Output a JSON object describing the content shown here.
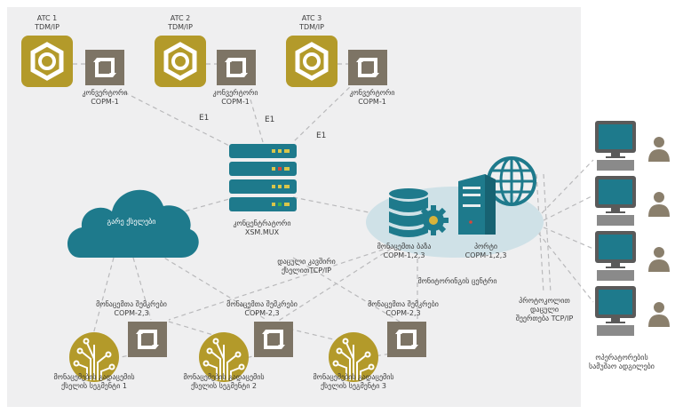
{
  "diagram": {
    "colors": {
      "panel": "#efeff0",
      "gold": "#b39a2a",
      "converter": "#7d7465",
      "teal": "#1e7a8c",
      "ellipse": "#cfe1e7",
      "person": "#8a7f6c",
      "led_yellow": "#d8c54a",
      "led_red": "#d8463a",
      "led_green": "#3fb04f"
    },
    "atc": [
      {
        "name": "ATC 1",
        "protocol": "TDM/IP",
        "icon": "hex-nut-icon"
      },
      {
        "name": "ATC 2",
        "protocol": "TDM/IP",
        "icon": "hex-nut-icon"
      },
      {
        "name": "ATC 3",
        "protocol": "TDM/IP",
        "icon": "hex-nut-icon"
      }
    ],
    "converters": [
      {
        "label": "კონვერტორი",
        "model": "COPM-1",
        "icon": "converter-cycle-icon"
      },
      {
        "label": "კონვერტორი",
        "model": "COPM-1",
        "icon": "converter-cycle-icon"
      },
      {
        "label": "კონვერტორი",
        "model": "COPM-1",
        "icon": "converter-cycle-icon"
      }
    ],
    "links_e1": [
      "E1",
      "E1",
      "E1"
    ],
    "mux": {
      "label": "კონცენტრატორი",
      "model": "XSM.MUX",
      "icon": "server-rack-icon"
    },
    "cloud": {
      "label": "გარე ქსელები",
      "icon": "cloud-icon"
    },
    "database": {
      "label": "მონაცემთა ბაზა",
      "model": "COPM-1,2,3",
      "icon": "database-gear-icon"
    },
    "portal": {
      "label": "პორტი",
      "model": "COPM-1,2,3",
      "icon": "server-globe-icon"
    },
    "dedicated_channel": {
      "line1": "დაცული კავშირი",
      "line2": "ქსელითTCP/IP"
    },
    "monitoring_center": "მონიტორინგის ცენტრი",
    "protocol_link": {
      "line1": "პროტოკოლით",
      "line2": "დაცული",
      "line3": "შეერთება TCP/IP"
    },
    "collectors": [
      {
        "label": "მონაცემთა შემკრები",
        "model": "COPM-2,3",
        "icon": "converter-cycle-icon"
      },
      {
        "label": "მონაცემთა შემკრები",
        "model": "COPM-2,3",
        "icon": "converter-cycle-icon"
      },
      {
        "label": "მონაცემთა შემკრები",
        "model": "COPM-2,3",
        "icon": "converter-cycle-icon"
      }
    ],
    "segments": [
      {
        "line1": "მონაცემების გადაცემის",
        "line2": "ქსელის სეგმენტი 1",
        "icon": "circuit-tree-icon"
      },
      {
        "line1": "მონაცემების გადაცემის",
        "line2": "ქსელის სეგმენტი 2",
        "icon": "circuit-tree-icon"
      },
      {
        "line1": "მონაცემების გადაცემის",
        "line2": "ქსელის სეგმენტი 3",
        "icon": "circuit-tree-icon"
      }
    ],
    "workstations": {
      "count": 4,
      "line1": "ოპერატორების",
      "line2": "სამუშაო ადგილები",
      "icon": "desktop-computer-icon",
      "user_icon": "user-icon"
    }
  }
}
